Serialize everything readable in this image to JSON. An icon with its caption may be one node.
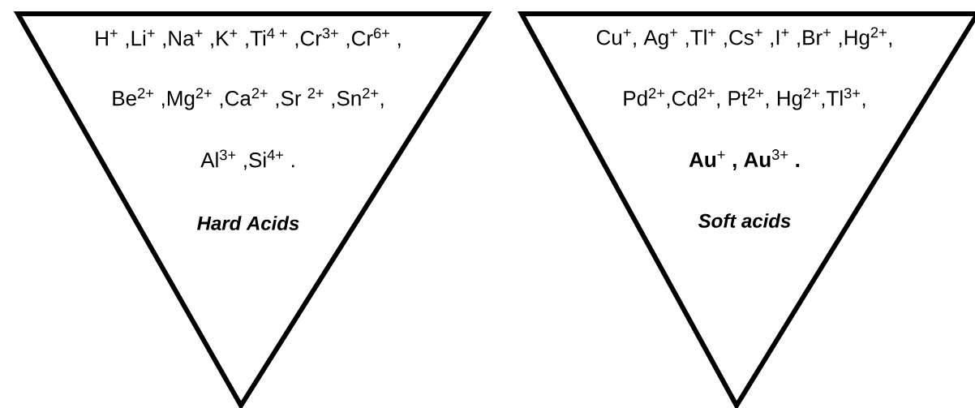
{
  "diagram": {
    "nodes": [
      {
        "text": [
          "H$^{+}$  ,Li$^{+}$  ,Na$^{+}$  ,K$^{+}$  ,Ti$^{4 +}$ ,Cr$^{3+}$ ,Cr$^{6+}$ ,",
          "Be$^{2+}$  ,Mg$^{2+}$  ,Ca$^{2+}$  ,Sr $^{2+}$  ,Sn$^{2+}$,",
          "Al$^{3+}$ ,Si$^{4+}$ .",
          "Hard Acids"
        ]
      },
      {
        "text": [
          "Cu$^{+}$, Ag$^{+}$ ,Tl$^{+}$ ,Cs$^{+}$ ,I$^{+}$ ,Br$^{+}$ ,Hg$^{2+}$,",
          "Pd$^{2+}$,Cd$^{2+}$, Pt$^{2+}$, Hg$^{2+}$,Tl$^{3+}$,",
          "**Au**$^{+}$ **,** **Au**$^{3+}$ **.**",
          "Soft acids"
        ]
      }
    ]
  }
}
